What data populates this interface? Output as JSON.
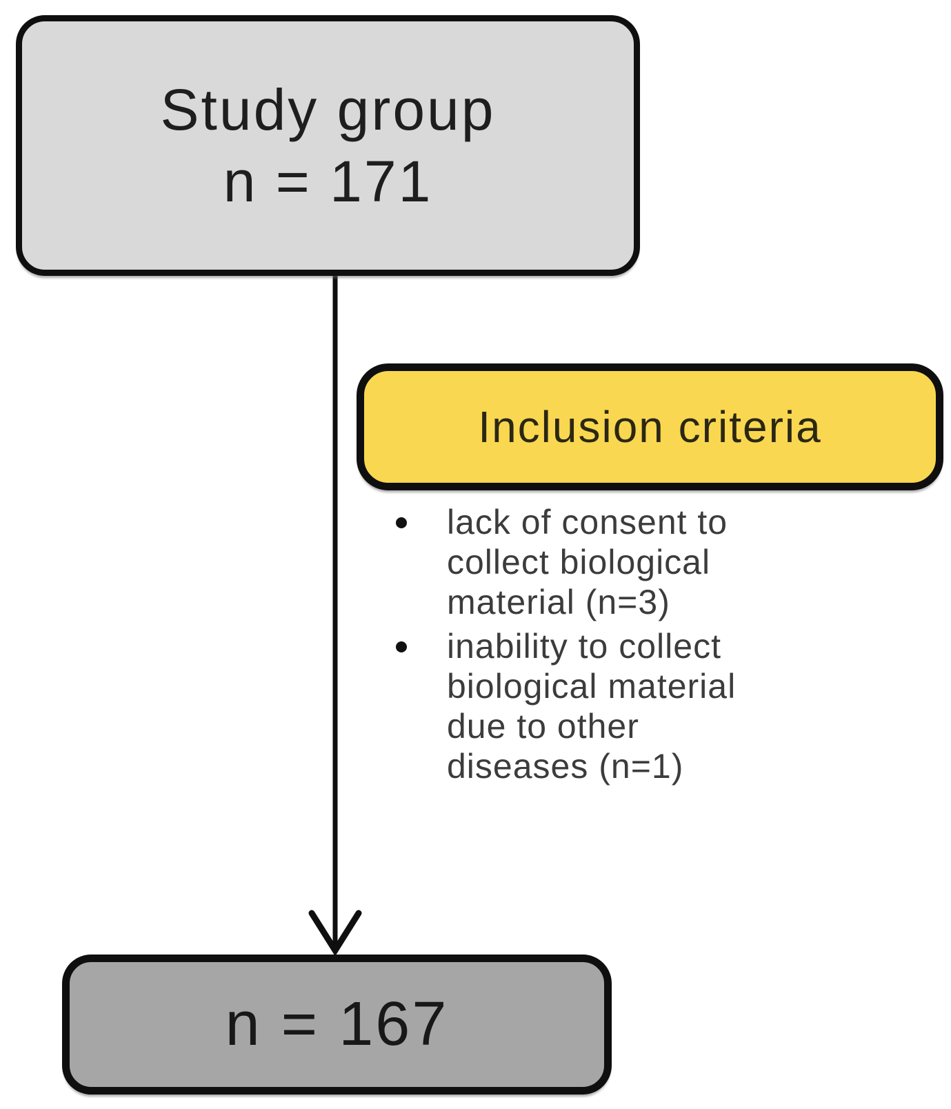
{
  "palette": {
    "top_box_fill": "#d9d9d9",
    "criteria_box_fill": "#f9d750",
    "bottom_box_fill": "#a6a6a6",
    "border_color": "#0f0f0f",
    "body_text_color": "#3c3c3c"
  },
  "flowchart": {
    "top_box": {
      "line1": "Study group",
      "line2": "n = 171"
    },
    "criteria_box": {
      "label": "Inclusion criteria"
    },
    "criteria_items": [
      {
        "text": "lack of consent to collect biological material (n=3)",
        "lines": [
          "lack of consent to",
          "collect biological",
          "material (n=3)"
        ]
      },
      {
        "text": "inability to collect biological material due to other diseases (n=1)",
        "lines": [
          "inability to collect",
          "biological material",
          "due to other",
          "diseases (n=1)"
        ]
      }
    ],
    "bottom_box": {
      "label": "n = 167"
    }
  }
}
